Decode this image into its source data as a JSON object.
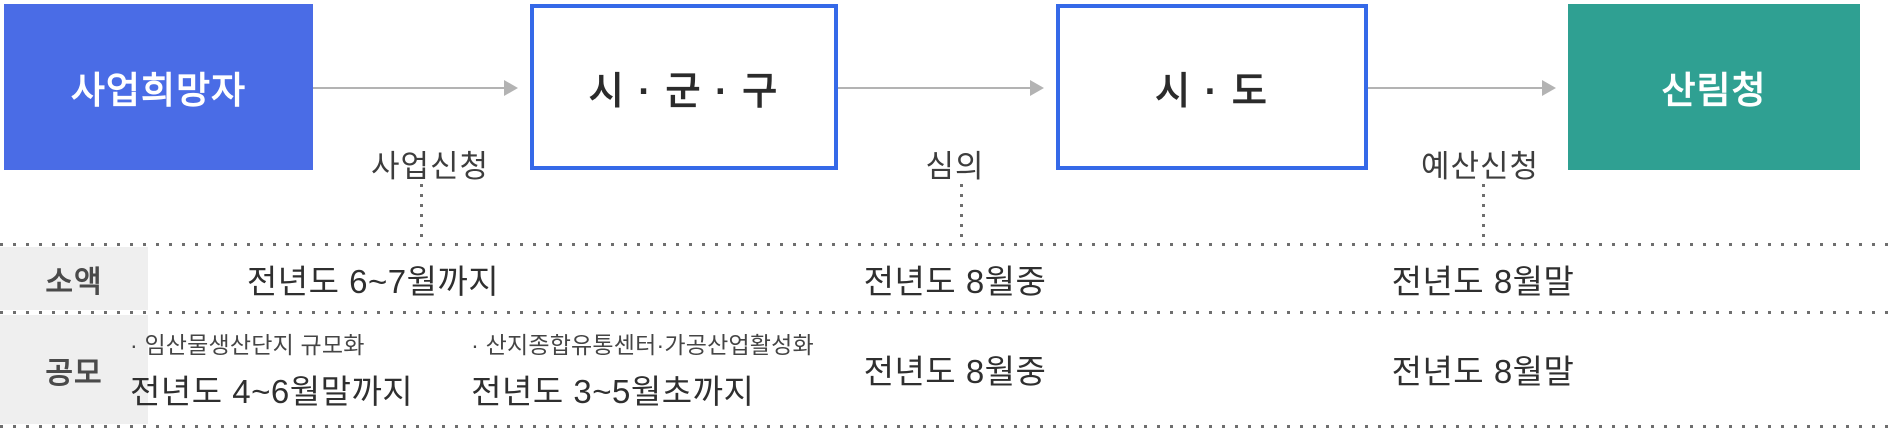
{
  "diagram": {
    "nodes": [
      {
        "label": "사업희망자",
        "type": "filled-blue"
      },
      {
        "label": "시 · 군 · 구",
        "type": "outlined"
      },
      {
        "label": "시 · 도",
        "type": "outlined"
      },
      {
        "label": "산림청",
        "type": "filled-teal"
      }
    ],
    "arrows": [
      {
        "label": "사업신청"
      },
      {
        "label": "심의"
      },
      {
        "label": "예산신청"
      }
    ]
  },
  "table": {
    "rows": [
      {
        "header": "소액",
        "cells": [
          {
            "main": "전년도 6~7월까지"
          },
          {
            "main": "전년도 8월중"
          },
          {
            "main": "전년도 8월말"
          }
        ]
      },
      {
        "header": "공모",
        "cells": [
          {
            "parts": [
              {
                "note": "· 임산물생산단지 규모화",
                "main": "전년도 4~6월말까지"
              },
              {
                "note": "· 산지종합유통센터·가공산업활성화",
                "main": "전년도 3~5월초까지"
              }
            ]
          },
          {
            "main": "전년도 8월중"
          },
          {
            "main": "전년도 8월말"
          }
        ]
      }
    ]
  },
  "colors": {
    "blue_fill": "#4a6ce6",
    "blue_outline": "#3569e8",
    "teal_fill": "#2fa092",
    "row_header_bg": "#efefef",
    "arrow_gray": "#b3b3b3",
    "dot_gray": "#6e6e6e",
    "text_dark": "#2f2f2f"
  }
}
